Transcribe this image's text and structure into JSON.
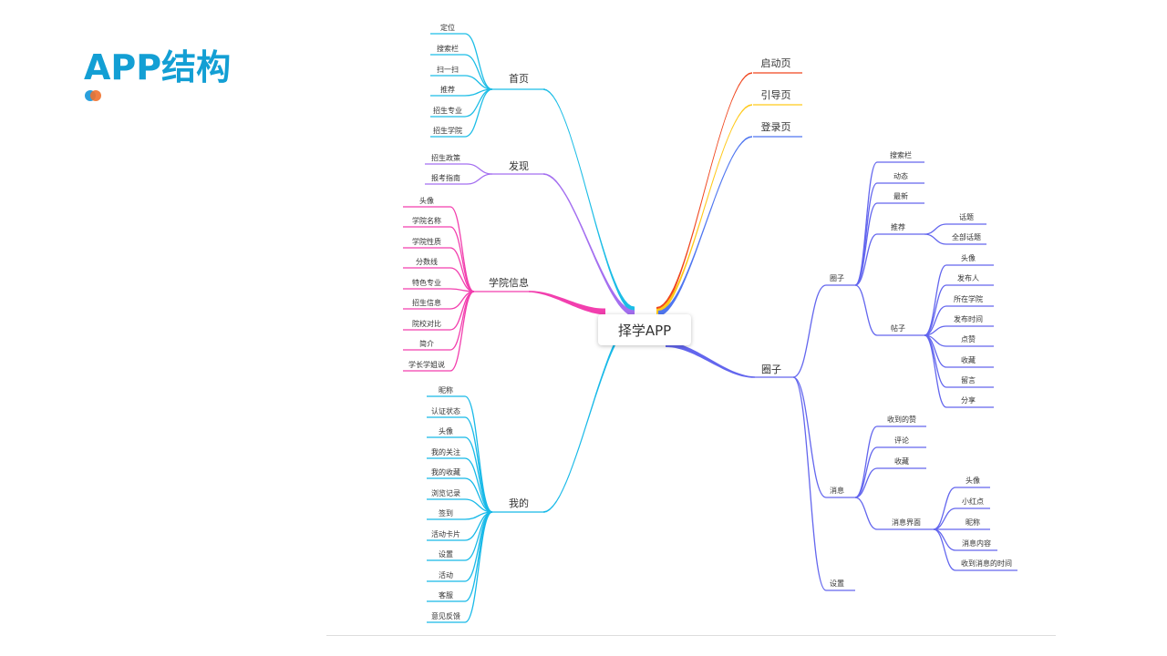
{
  "slide": {
    "title": "APP结构"
  },
  "root": {
    "label": "择学APP"
  },
  "branches": {
    "homepage": {
      "label": "首页",
      "color": "#1cbde6",
      "children": [
        "定位",
        "搜索栏",
        "扫一扫",
        "推荐",
        "招生专业",
        "招生学院"
      ]
    },
    "discover": {
      "label": "发现",
      "color": "#a46ff0",
      "children": [
        "招生政策",
        "报考指南"
      ]
    },
    "college": {
      "label": "学院信息",
      "color": "#f23fae",
      "children": [
        "头像",
        "学院名称",
        "学院性质",
        "分数线",
        "特色专业",
        "招生信息",
        "院校对比",
        "简介",
        "学长学姐说"
      ]
    },
    "mine": {
      "label": "我的",
      "color": "#17b9e8",
      "children": [
        "昵称",
        "认证状态",
        "头像",
        "我的关注",
        "我的收藏",
        "浏览记录",
        "签到",
        "活动卡片",
        "设置",
        "活动",
        "客服",
        "意见反馈"
      ]
    },
    "launch": {
      "label": "启动页",
      "color": "#f0461e"
    },
    "guide": {
      "label": "引导页",
      "color": "#ffc91a"
    },
    "login": {
      "label": "登录页",
      "color": "#4f76f0"
    },
    "circle": {
      "label": "圈子",
      "color": "#6366ee",
      "quanzi": {
        "label": "圈子",
        "items": [
          "搜索栏",
          "动态",
          "最新"
        ],
        "recommend": {
          "label": "推荐",
          "children": [
            "话题",
            "全部话题"
          ]
        },
        "post": {
          "label": "帖子",
          "children": [
            "头像",
            "发布人",
            "所在学院",
            "发布时间",
            "点赞",
            "收藏",
            "留言",
            "分享"
          ]
        }
      },
      "message": {
        "label": "消息",
        "items": [
          "收到的赞",
          "评论",
          "收藏"
        ],
        "screen": {
          "label": "消息界面",
          "children": [
            "头像",
            "小红点",
            "昵称",
            "消息内容",
            "收到消息的时间"
          ]
        }
      },
      "settings": {
        "label": "设置"
      }
    }
  }
}
